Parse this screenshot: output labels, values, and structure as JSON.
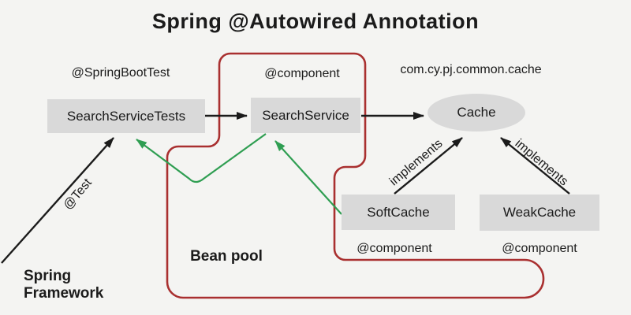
{
  "title": "Spring @Autowired Annotation",
  "colors": {
    "bg": "#f4f4f2",
    "node_fill": "#d9d9d9",
    "ink": "#1b1b1b",
    "outline_red": "#a93030",
    "inject_green": "#2f9e52"
  },
  "nodes": {
    "search_service_tests": "SearchServiceTests",
    "search_service": "SearchService",
    "cache": "Cache",
    "soft_cache": "SoftCache",
    "weak_cache": "WeakCache"
  },
  "annotations": {
    "spring_boot_test": "@SpringBootTest",
    "component_search_service": "@component",
    "package_label": "com.cy.pj.common.cache",
    "test": "@Test",
    "implements_left": "implements",
    "implements_right": "implements",
    "component_soft_cache": "@component",
    "component_weak_cache": "@component",
    "bean_pool": "Bean pool",
    "spring_framework": "Spring Framework"
  },
  "edges": [
    {
      "from": "SearchServiceTests",
      "to": "SearchService",
      "label": "",
      "style": "black-arrow"
    },
    {
      "from": "SearchService",
      "to": "Cache",
      "label": "",
      "style": "black-arrow"
    },
    {
      "from": "SoftCache",
      "to": "Cache",
      "label": "implements",
      "style": "black-arrow"
    },
    {
      "from": "WeakCache",
      "to": "Cache",
      "label": "implements",
      "style": "black-arrow"
    },
    {
      "from": "Spring Framework",
      "to": "SearchServiceTests",
      "label": "@Test",
      "style": "black-arrow"
    },
    {
      "from": "SearchService",
      "to": "SearchServiceTests",
      "label": "",
      "style": "green-inject-arrow"
    },
    {
      "from": "SoftCache",
      "to": "SearchService",
      "label": "",
      "style": "green-inject-arrow"
    }
  ]
}
